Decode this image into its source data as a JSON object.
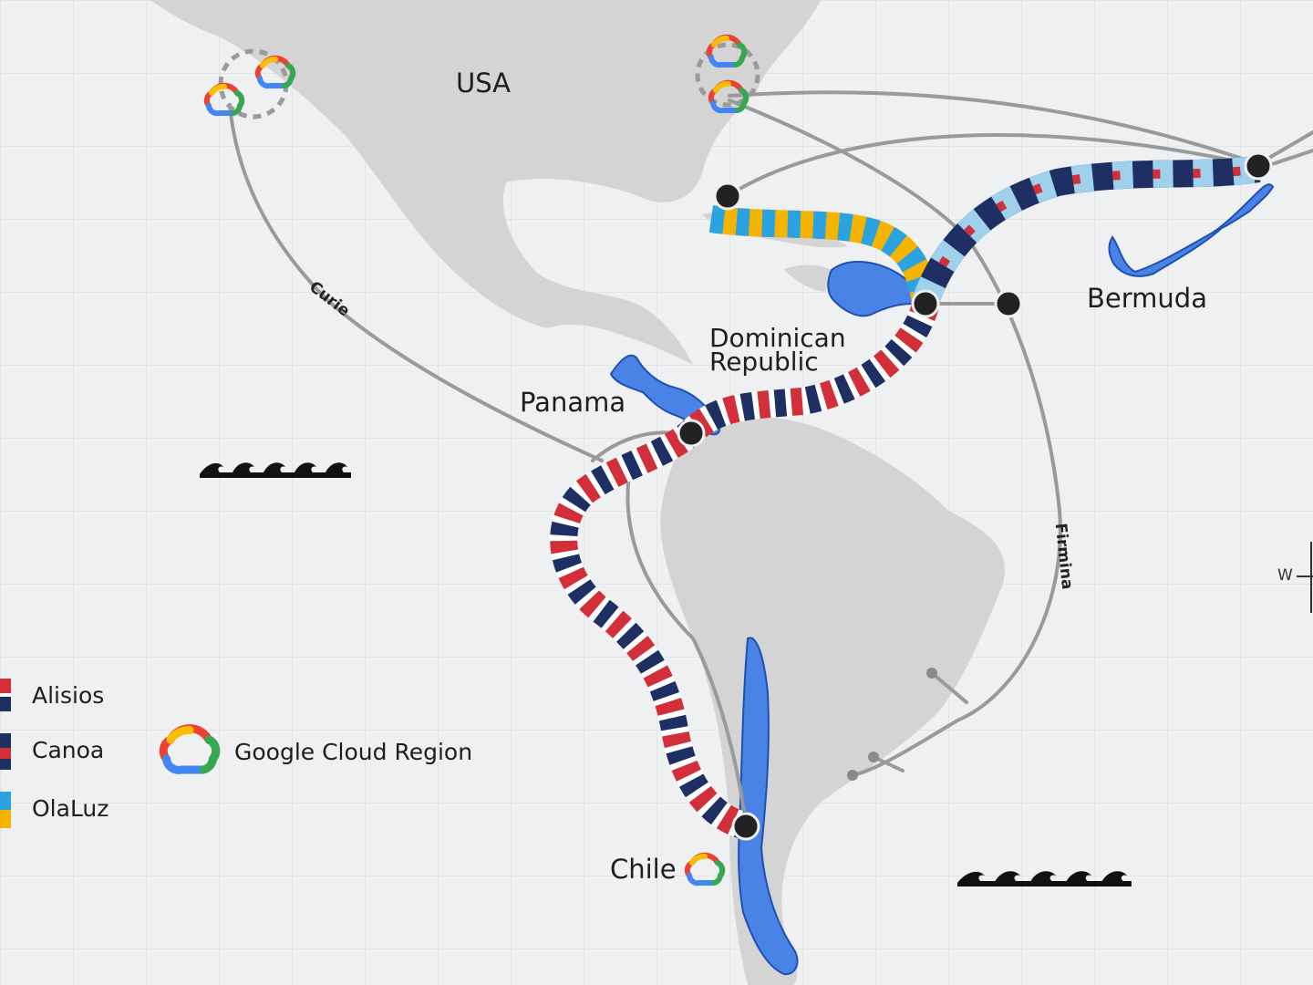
{
  "map": {
    "countries": {
      "usa": "USA",
      "bermuda": "Bermuda",
      "dominican_republic": [
        "Dominican",
        "Republic"
      ],
      "panama": "Panama",
      "chile": "Chile"
    },
    "cables": {
      "curie": "Curie",
      "firmina": "Firmina"
    },
    "compass_west": "W"
  },
  "legend": {
    "items": [
      {
        "label": "Alisios",
        "colors": [
          "#d32f3a",
          "#1d2f63"
        ]
      },
      {
        "label": "Canoa",
        "colors": [
          "#1d2f63",
          "#d32f3a"
        ]
      },
      {
        "label": "OlaLuz",
        "colors": [
          "#2ba3e0",
          "#f5b400"
        ]
      }
    ],
    "region_label": "Google Cloud Region"
  },
  "colors": {
    "ocean": "#eef0f2",
    "land": "#d4d4d4",
    "highlight_land": "#4a83e6",
    "alisios_red": "#d32f3a",
    "alisios_navy": "#1d2f63",
    "olaluz_blue": "#2ba3e0",
    "olaluz_yellow": "#f5b400",
    "canoa_light_blue": "#9fd0ec",
    "cable_gray": "#9a9a9a",
    "landing_node": "#222222"
  },
  "icons": [
    "google-cloud-icon",
    "landing-node",
    "wave-icon"
  ]
}
